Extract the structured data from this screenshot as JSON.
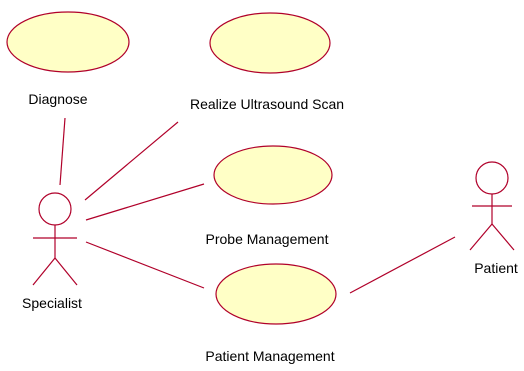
{
  "colors": {
    "usecase_fill": "#ffffc6",
    "stroke": "#b0002a",
    "text": "#000000",
    "background": "#ffffff"
  },
  "use_cases": {
    "diagnose": "Diagnose",
    "ultrasound_scan": "Realize Ultrasound Scan",
    "probe_management": "Probe Management",
    "patient_management": "Patient Management"
  },
  "actors": {
    "specialist": "Specialist",
    "patient": "Patient"
  }
}
